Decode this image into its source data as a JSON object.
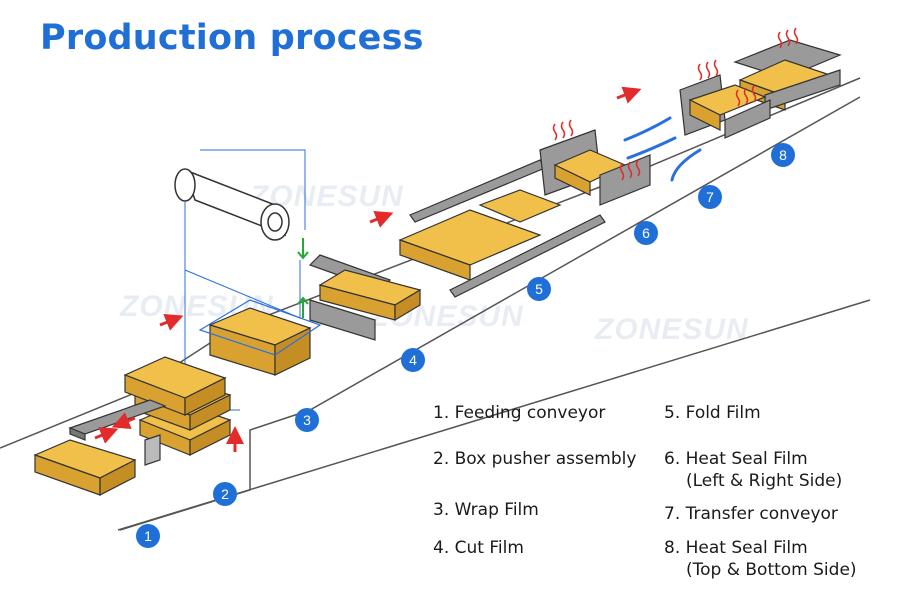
{
  "title": "Production process",
  "watermark": "ZONESUN",
  "steps": [
    {
      "num": "1",
      "label": "Feeding conveyor"
    },
    {
      "num": "2",
      "label": "Box pusher assembly"
    },
    {
      "num": "3",
      "label": "Wrap Film"
    },
    {
      "num": "4",
      "label": "Cut Film"
    },
    {
      "num": "5",
      "label": "Fold Film"
    },
    {
      "num": "6",
      "label": "Heat Seal Film",
      "sub": "(Left & Right Side)"
    },
    {
      "num": "7",
      "label": "Transfer conveyor"
    },
    {
      "num": "8",
      "label": "Heat Seal Film",
      "sub": "(Top & Bottom Side)"
    }
  ],
  "colors": {
    "title": "#1f6fd6",
    "badge": "#1f6fd6",
    "box": "#e8b23a",
    "arrow": "#e32b2b",
    "film": "#2a6fe0",
    "green": "#22aa33"
  }
}
